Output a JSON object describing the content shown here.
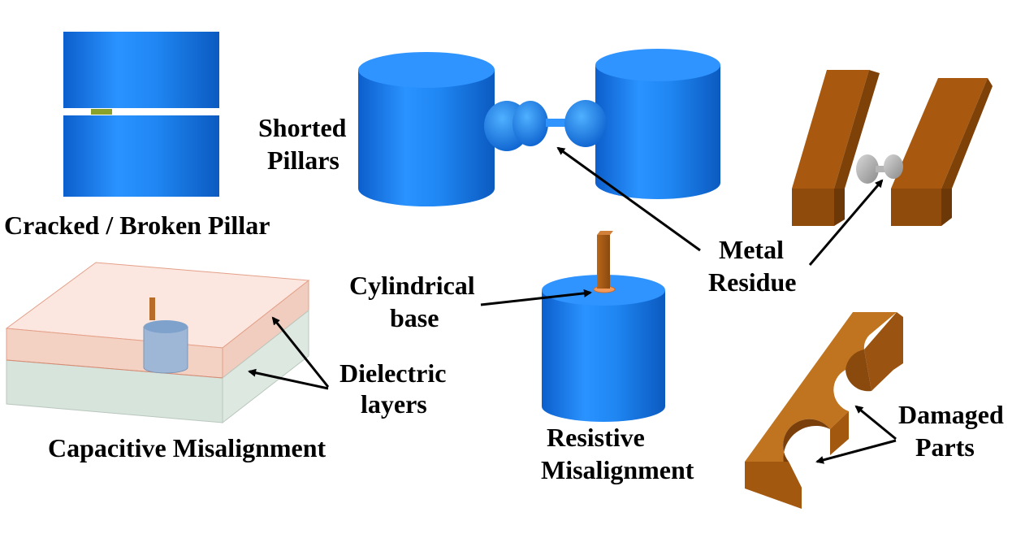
{
  "labels": {
    "cracked": "Cracked / Broken Pillar",
    "shorted_line1": "Shorted",
    "shorted_line2": "Pillars",
    "metal_line1": "Metal",
    "metal_line2": "Residue",
    "cyl_line1": "Cylindrical",
    "cyl_line2": "base",
    "dielectric_line1": "Dielectric",
    "dielectric_line2": "layers",
    "capacitive": "Capacitive Misalignment",
    "resistive_line1": "Resistive",
    "resistive_line2": "Misalignment",
    "damaged_line1": "Damaged",
    "damaged_line2": "Parts"
  },
  "colors": {
    "pillar_blue": "#1e88f0",
    "pillar_blue_dark": "#0e63c7",
    "pillar_top": "#3aa0ff",
    "copper": "#9a5310",
    "copper_light": "#c06a1a",
    "copper_dark": "#7a3f0a",
    "residue_gray": "#a9a9a9",
    "dielectric_top": "#f6d9cf",
    "dielectric_bottom": "#d9e6df"
  }
}
